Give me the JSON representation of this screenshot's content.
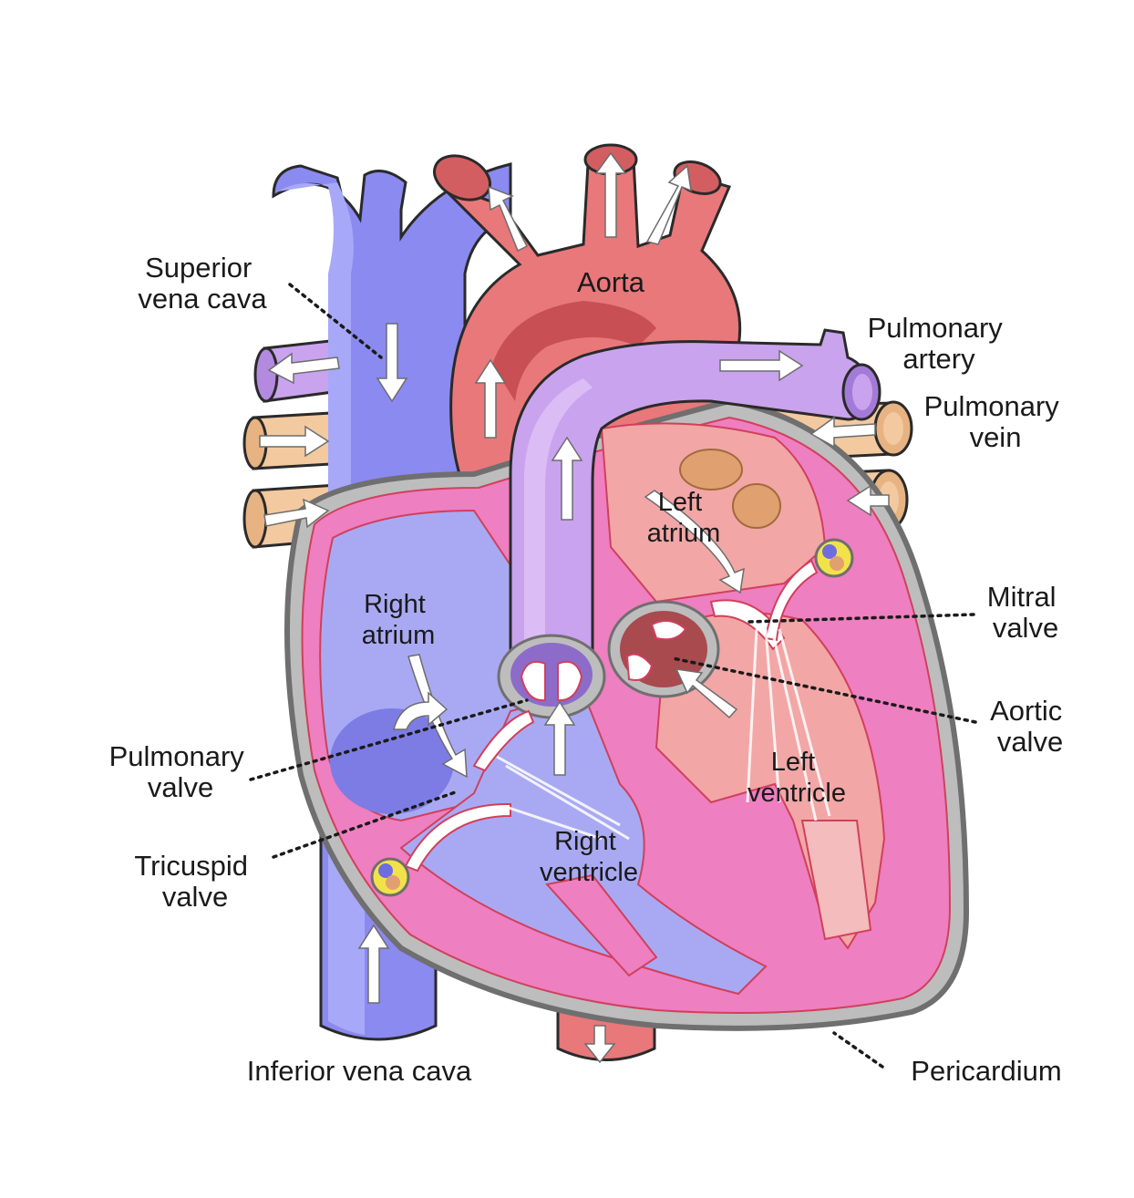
{
  "labels": {
    "superior_vena_cava": [
      "Superior",
      "vena  cava"
    ],
    "aorta": "Aorta",
    "pulmonary_artery": [
      "Pulmonary",
      "artery"
    ],
    "pulmonary_vein": [
      "Pulmonary",
      "vein"
    ],
    "left_atrium": [
      "Left",
      "atrium"
    ],
    "right_atrium": [
      "Right",
      "atrium"
    ],
    "mitral_valve": [
      "Mitral",
      "valve"
    ],
    "aortic_valve": [
      "Aortic",
      "valve"
    ],
    "pulmonary_valve": [
      "Pulmonary",
      "valve"
    ],
    "tricuspid_valve": [
      "Tricuspid",
      "valve"
    ],
    "left_ventricle": [
      "Left",
      "ventricle"
    ],
    "right_ventricle": [
      "Right",
      "ventricle"
    ],
    "inferior_vena_cava": "Inferior vena cava",
    "pericardium": "Pericardium"
  },
  "colors": {
    "vena_cava": "#8a8af0",
    "aorta": "#e8787a",
    "pulmonary_artery": "#c9a3ee",
    "pulmonary_vein": "#f3c9a0",
    "left_heart": "#f2a6a6",
    "right_heart": "#a9a9f3",
    "myocardium": "#ee7fc0",
    "pericardium": "#bdbdbd"
  }
}
